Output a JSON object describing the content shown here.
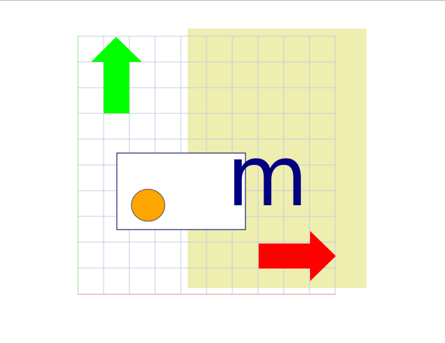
{
  "canvas": {
    "background": "#ffffff",
    "top_rule_color": "#b9b9b9"
  },
  "grid": {
    "columns": 10,
    "rows": 10,
    "line_color": "#c7cbe0",
    "y_axis_color": "#8fe08f",
    "x_axis_color": "#f08a8a"
  },
  "highlight_region": {
    "color": "#eeeeb0",
    "opacity": 0.9
  },
  "shapes": {
    "up_arrow": {
      "color": "#00ff00",
      "icon": "arrow-up-icon"
    },
    "right_arrow": {
      "color": "#ff0000",
      "icon": "arrow-right-icon"
    },
    "box": {
      "fill": "#ffffff",
      "stroke": "#1b1f6b"
    },
    "circle": {
      "fill": "#ffa500",
      "stroke": "#4a4a6a"
    }
  },
  "glyph_text": "m",
  "glyph_color": "#000080"
}
